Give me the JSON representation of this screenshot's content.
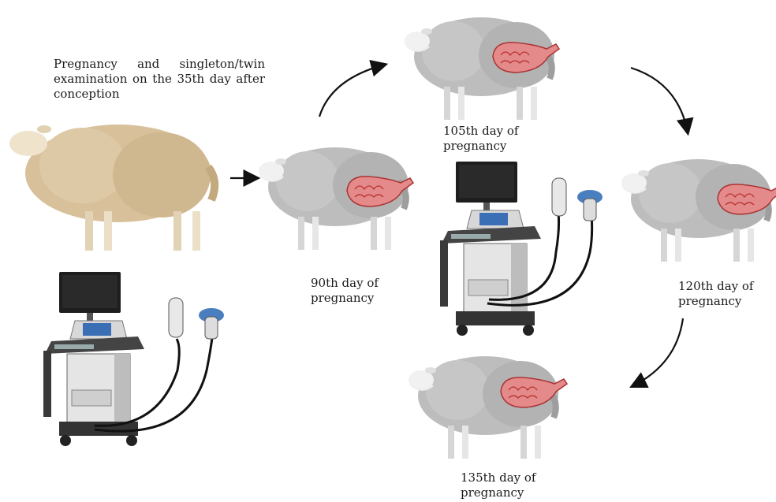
{
  "intro_text": "Pregnancy and singleton/twin examination on the 35th day after conception",
  "stages": {
    "day90": {
      "line1": "90th day of",
      "line2": "pregnancy"
    },
    "day105": {
      "line1": "105th day of",
      "line2": "pregnancy"
    },
    "day120": {
      "line1": "120th day of",
      "line2": "pregnancy"
    },
    "day135": {
      "line1": "135th day of",
      "line2": "pregnancy"
    }
  },
  "colors": {
    "base_sheep": "#d9c4a0",
    "pregnant_sheep": "#b9b9b9",
    "uterus": "#d97a7a",
    "machine_body": "#2d2d2d",
    "machine_screen": "#3a6fb5",
    "arrow": "#111111"
  }
}
